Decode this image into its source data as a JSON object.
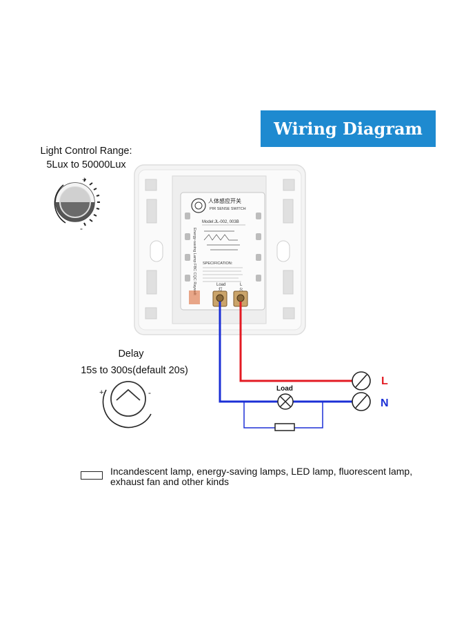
{
  "title": "Wiring Diagram",
  "light_control": {
    "label_line1": "Light Control Range:",
    "label_line2": "5Lux to 50000Lux",
    "plus": "+",
    "minus": "-"
  },
  "delay": {
    "title": "Delay",
    "range": "15s to 300s(default 20s)",
    "plus": "+",
    "minus": "-"
  },
  "switch_module": {
    "chinese_name": "人体感应开关",
    "english_name": "PIR SENSE SWITCH",
    "model": "Model:JL-002, 003B",
    "side_text": "Energy-saving Lamp FBC CQC Raywelt",
    "spec_title": "SPECIFICATION:",
    "terminal_load": "Load",
    "terminal_load_cn": "灯",
    "terminal_line": "L",
    "terminal_line_cn": "火"
  },
  "circuit": {
    "load_label": "Load",
    "line_label": "L",
    "neutral_label": "N"
  },
  "legend": {
    "text": "Incandescent lamp, energy-saving lamps, LED lamp, fluorescent lamp, exhaust fan and other kinds"
  },
  "colors": {
    "title_bg": "#1e8ad0",
    "live_wire": "#e31b23",
    "neutral_wire": "#1b2fd6",
    "label_red": "#e31b23",
    "label_blue": "#1b2fd6"
  }
}
